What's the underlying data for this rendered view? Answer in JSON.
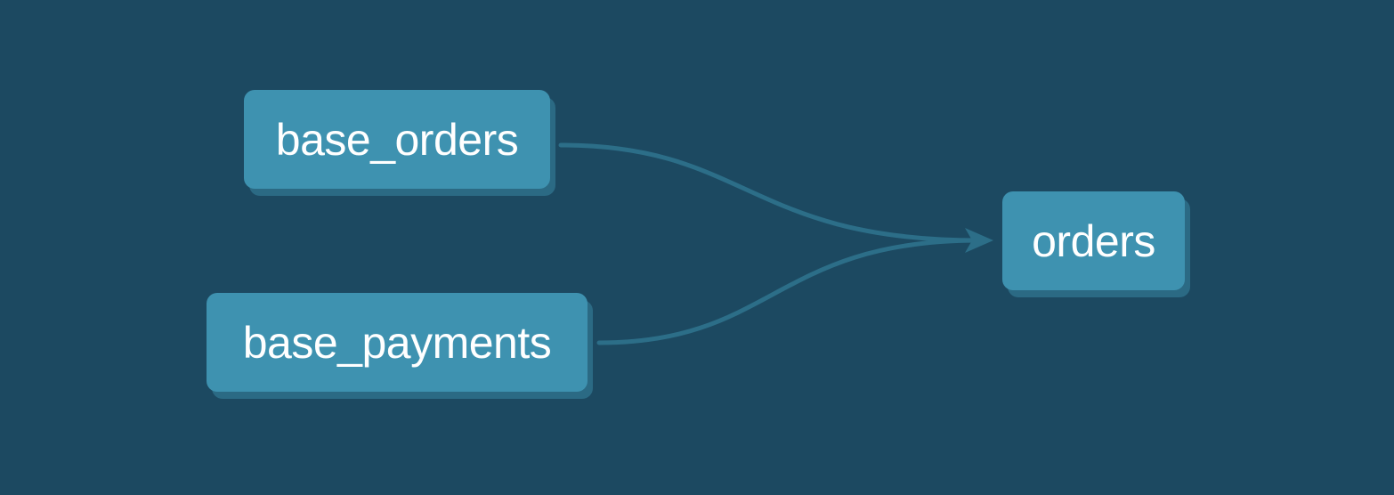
{
  "colors": {
    "background": "#1c4961",
    "node_fill": "#3e92b0",
    "node_shadow": "#2b6a84",
    "edge": "#2c6e88",
    "node_text": "#ffffff"
  },
  "nodes": {
    "base_orders": {
      "label": "base_orders"
    },
    "base_payments": {
      "label": "base_payments"
    },
    "orders": {
      "label": "orders"
    }
  },
  "edges": [
    {
      "from": "base_orders",
      "to": "orders"
    },
    {
      "from": "base_payments",
      "to": "orders"
    }
  ]
}
